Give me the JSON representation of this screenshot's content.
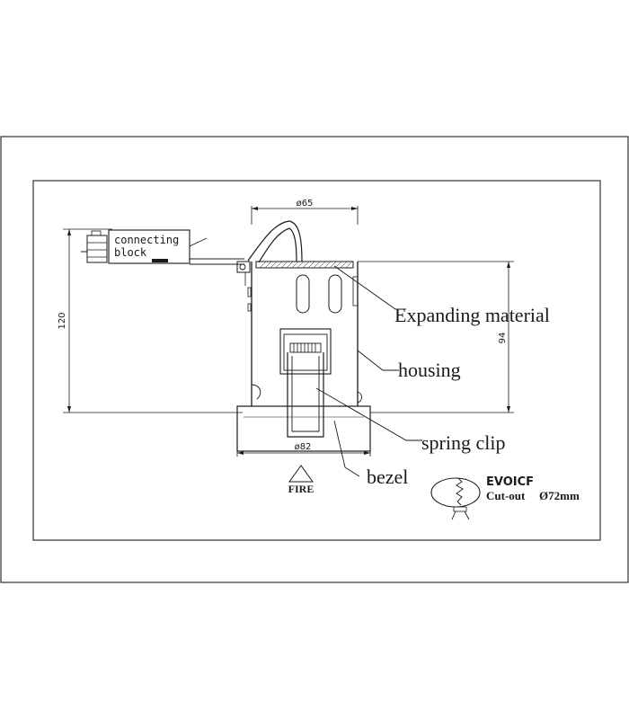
{
  "dimensions": {
    "housing_diameter": "ø65",
    "bezel_diameter": "ø82",
    "overall_height": "120",
    "housing_height": "94"
  },
  "labels": {
    "connecting_block_line1": "connecting",
    "connecting_block_line2": "block",
    "expanding_material": "Expanding material",
    "housing": "housing",
    "spring_clip": "spring clip",
    "bezel": "bezel",
    "fire": "FIRE"
  },
  "product": {
    "code": "EVOICF",
    "cutout_label": "Cut-out",
    "cutout_value": "Ø72mm"
  },
  "colors": {
    "line": "#1a1a1a",
    "frame": "#333333",
    "background": "#ffffff"
  }
}
